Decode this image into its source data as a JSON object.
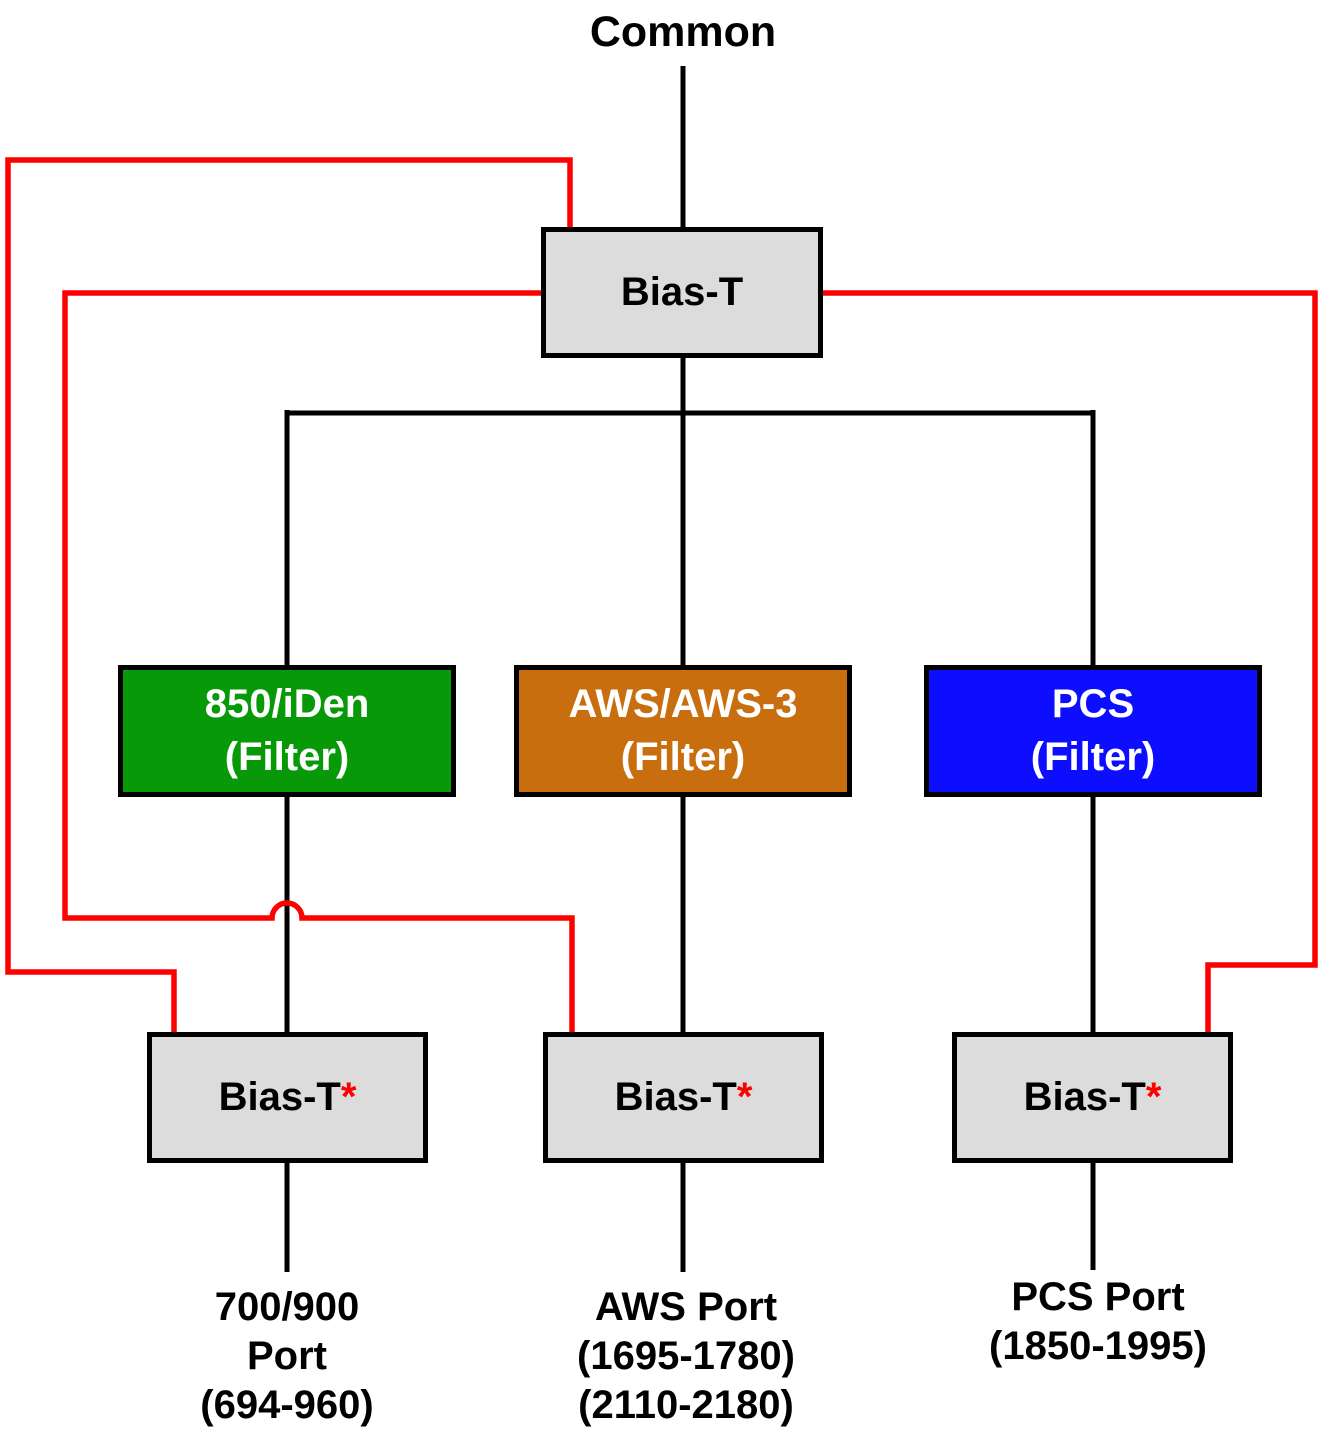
{
  "diagram_title": "Common",
  "colors": {
    "wire_black": "#000000",
    "wire_red": "#FF0000",
    "bias_t_fill": "#DCDCDC",
    "filter_green": "#089908",
    "filter_orange": "#C86E0E",
    "filter_blue": "#0D0DFF",
    "asterisk_red": "#FF0000"
  },
  "top_bias_t": {
    "label": "Bias-T"
  },
  "filters": [
    {
      "name": "850/iDen",
      "type_label": "(Filter)",
      "color": "#089908"
    },
    {
      "name": "AWS/AWS-3",
      "type_label": "(Filter)",
      "color": "#C86E0E"
    },
    {
      "name": "PCS",
      "type_label": "(Filter)",
      "color": "#0D0DFF"
    }
  ],
  "bottom_bias_ts": [
    {
      "label": "Bias-T",
      "footnote_marker": "*"
    },
    {
      "label": "Bias-T",
      "footnote_marker": "*"
    },
    {
      "label": "Bias-T",
      "footnote_marker": "*"
    }
  ],
  "ports": [
    {
      "lines": [
        "700/900",
        "Port",
        "(694-960)"
      ]
    },
    {
      "lines": [
        "AWS Port",
        "(1695-1780)",
        "(2110-2180)"
      ]
    },
    {
      "lines": [
        "PCS Port",
        "(1850-1995)"
      ]
    }
  ]
}
